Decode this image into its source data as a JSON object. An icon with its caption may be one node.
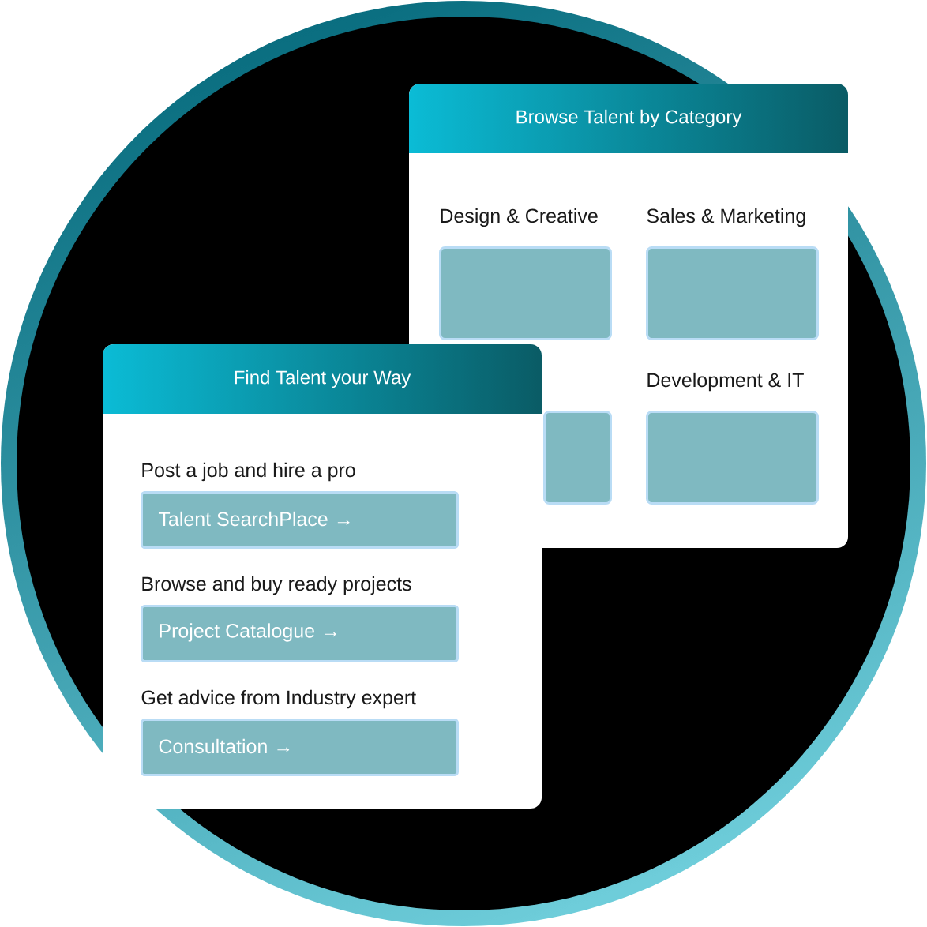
{
  "diagram": {
    "nodes": [
      {
        "text": [
          "Browse Talent by Category"
        ]
      },
      {
        "text": [
          "Design & Creative"
        ],
        "in": 0
      },
      {
        "text": [
          "Sales & Marketing"
        ],
        "in": 0
      },
      {
        "text": [],
        "shape": "box",
        "in": 0
      },
      {
        "text": [
          "Development & IT"
        ],
        "in": 0
      },
      {
        "text": [
          "Find Talent your Way"
        ]
      },
      {
        "text": [
          "Post a job and hire a pro",
          "Talent SearchPlace →"
        ],
        "in": 5
      },
      {
        "text": [
          "Browse and buy ready projects",
          "Project Catalogue →"
        ],
        "in": 5
      },
      {
        "text": [
          "Get advice from Industry expert",
          "Consultation →"
        ],
        "in": 5
      }
    ]
  }
}
